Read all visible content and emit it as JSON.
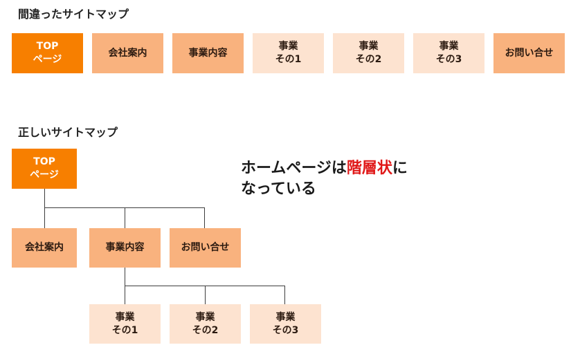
{
  "wrong": {
    "heading": "間違ったサイトマップ",
    "top": {
      "line1": "TOP",
      "line2": "ページ"
    },
    "company": "会社案内",
    "business": "事業内容",
    "biz1": {
      "line1": "事業",
      "line2": "その1"
    },
    "biz2": {
      "line1": "事業",
      "line2": "その2"
    },
    "biz3": {
      "line1": "事業",
      "line2": "その3"
    },
    "contact": "お問い合せ"
  },
  "correct": {
    "heading": "正しいサイトマップ",
    "top": {
      "line1": "TOP",
      "line2": "ページ"
    },
    "company": "会社案内",
    "business": "事業内容",
    "contact": "お問い合せ",
    "biz1": {
      "line1": "事業",
      "line2": "その1"
    },
    "biz2": {
      "line1": "事業",
      "line2": "その2"
    },
    "biz3": {
      "line1": "事業",
      "line2": "その3"
    }
  },
  "callout": {
    "part1": "ホームページは",
    "highlight": "階層状",
    "part2": "に",
    "line2": "なっている"
  },
  "colors": {
    "level0": "#f77f00",
    "level1": "#f9b27e",
    "level2": "#fde3d0",
    "highlight": "#e01818",
    "connector": "#3c3c3c"
  }
}
